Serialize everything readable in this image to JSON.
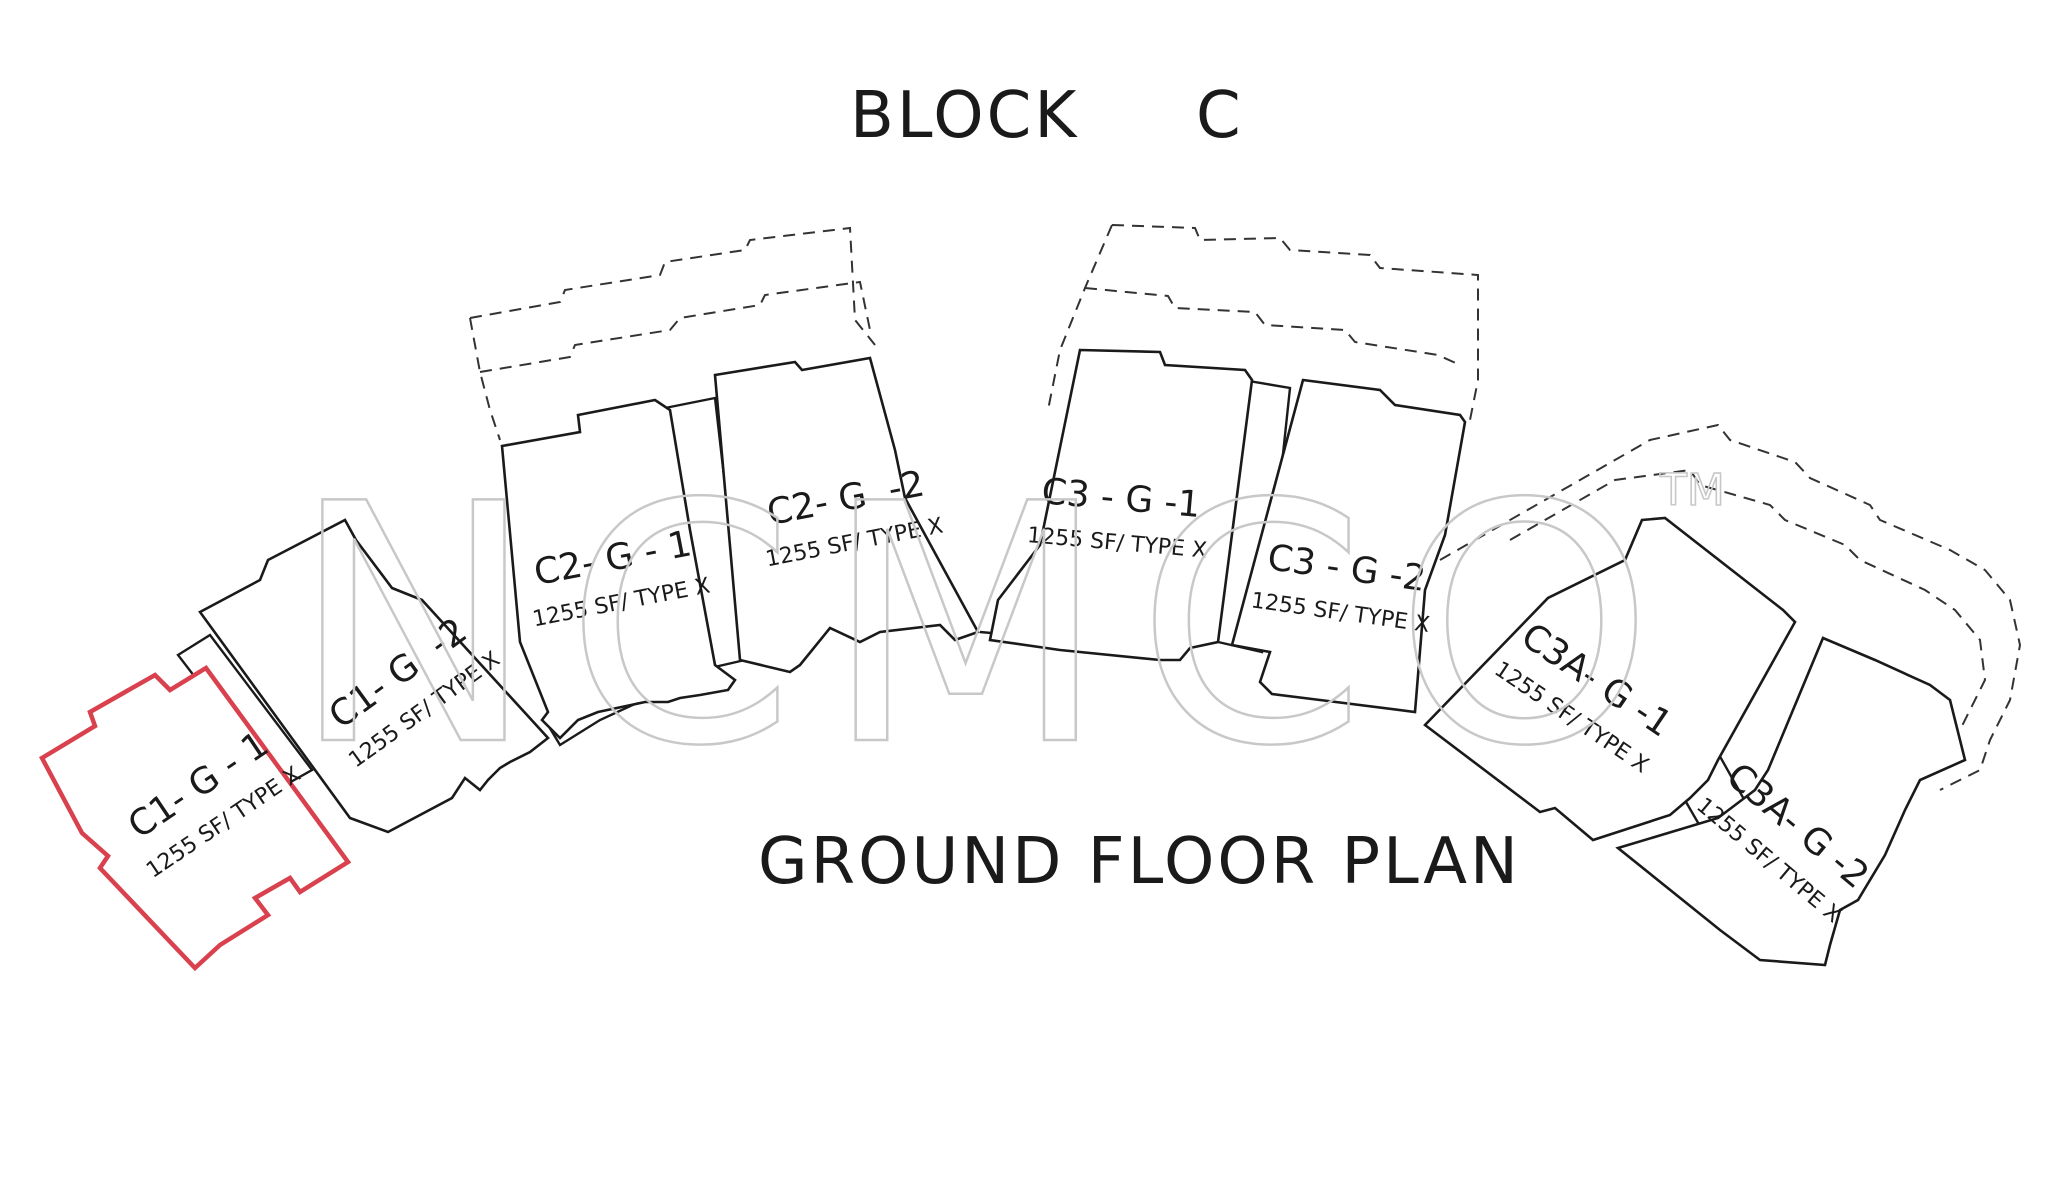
{
  "plan": {
    "block_title": "BLOCK     C",
    "floor_title": "GROUND FLOOR PLAN"
  },
  "units": [
    {
      "code": "C1- G - 1",
      "size": "1255 SF/ TYPE X",
      "highlighted": true
    },
    {
      "code": "C1- G  -2",
      "size": "1255 SF/ TYPE X",
      "highlighted": false
    },
    {
      "code": "C2- G - 1",
      "size": "1255 SF/ TYPE X",
      "highlighted": false
    },
    {
      "code": "C2- G  -2",
      "size": "1255 SF/ TYPE X",
      "highlighted": false
    },
    {
      "code": "C3 - G -1",
      "size": "1255 SF/ TYPE X",
      "highlighted": false
    },
    {
      "code": "C3 - G -2",
      "size": "1255 SF/ TYPE X",
      "highlighted": false
    },
    {
      "code": "C3A- G -1",
      "size": "1255 SF/ TYPE X",
      "highlighted": false
    },
    {
      "code": "C3A- G -2",
      "size": "1255 SF/ TYPE X",
      "highlighted": false
    }
  ],
  "watermark": {
    "text": "NCMCO",
    "mark": "TM"
  },
  "colors": {
    "highlight": "#d8414d",
    "line": "#1a1a1a",
    "watermark": "#c8c8c8"
  }
}
